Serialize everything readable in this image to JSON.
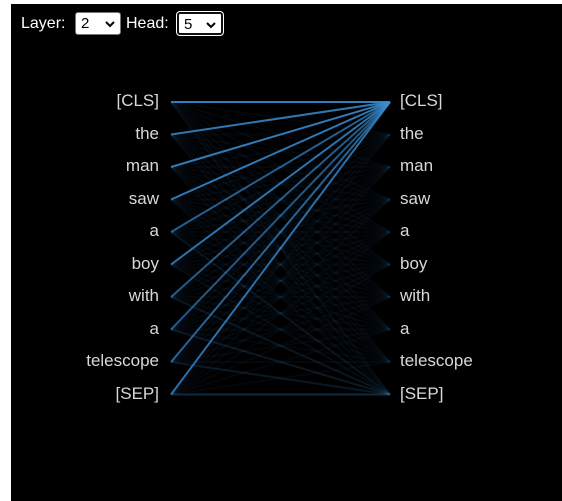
{
  "controls": {
    "layer_label": "Layer:",
    "layer_value": "2",
    "head_label": "Head:",
    "head_value": "5"
  },
  "tokens": {
    "left": [
      "[CLS]",
      "the",
      "man",
      "saw",
      "a",
      "boy",
      "with",
      "a",
      "telescope",
      "[SEP]"
    ],
    "right": [
      "[CLS]",
      "the",
      "man",
      "saw",
      "a",
      "boy",
      "with",
      "a",
      "telescope",
      "[SEP]"
    ]
  },
  "colors": {
    "background": "#000000",
    "edge": "#3a8fd6",
    "token_text": "#d8d8d8"
  },
  "attention": [
    [
      0.8,
      0.02,
      0.02,
      0.02,
      0.02,
      0.02,
      0.02,
      0.02,
      0.02,
      0.06
    ],
    [
      0.75,
      0.04,
      0.04,
      0.03,
      0.02,
      0.02,
      0.02,
      0.02,
      0.02,
      0.05
    ],
    [
      0.78,
      0.03,
      0.03,
      0.03,
      0.02,
      0.02,
      0.02,
      0.02,
      0.02,
      0.04
    ],
    [
      0.76,
      0.03,
      0.03,
      0.03,
      0.02,
      0.02,
      0.02,
      0.02,
      0.02,
      0.05
    ],
    [
      0.6,
      0.05,
      0.04,
      0.05,
      0.04,
      0.04,
      0.03,
      0.03,
      0.04,
      0.12
    ],
    [
      0.72,
      0.03,
      0.03,
      0.03,
      0.02,
      0.03,
      0.02,
      0.02,
      0.03,
      0.07
    ],
    [
      0.58,
      0.04,
      0.03,
      0.04,
      0.04,
      0.04,
      0.04,
      0.03,
      0.04,
      0.14
    ],
    [
      0.55,
      0.04,
      0.03,
      0.04,
      0.05,
      0.05,
      0.04,
      0.04,
      0.04,
      0.16
    ],
    [
      0.62,
      0.03,
      0.03,
      0.03,
      0.03,
      0.03,
      0.03,
      0.03,
      0.05,
      0.15
    ],
    [
      0.7,
      0.02,
      0.02,
      0.02,
      0.02,
      0.02,
      0.02,
      0.02,
      0.02,
      0.26
    ]
  ]
}
